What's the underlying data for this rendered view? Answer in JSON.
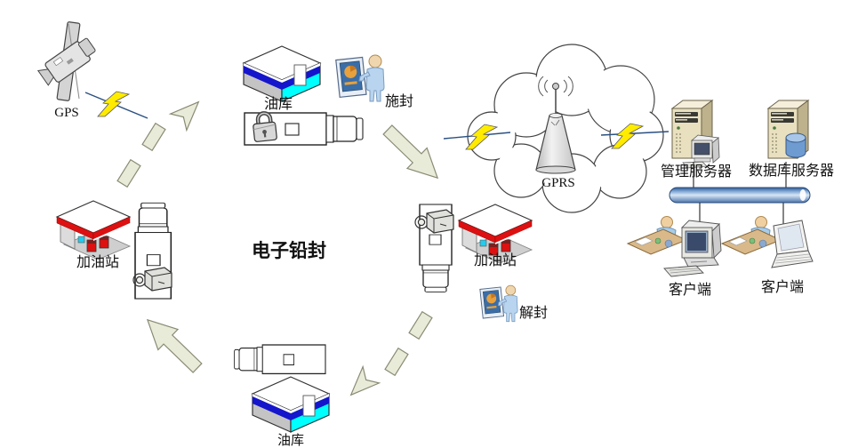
{
  "diagram": {
    "title": "电子铅封",
    "labels": {
      "gps": "GPS",
      "depot_top": "油库",
      "seal": "施封",
      "gprs": "GPRS",
      "mgmt_server": "管理服务器",
      "db_server": "数据库服务器",
      "client_desktop": "客户端",
      "client_laptop": "客户端",
      "station_left": "加油站",
      "station_mid": "加油站",
      "unseal": "解封",
      "depot_bottom": "油库"
    },
    "colors": {
      "depot_blue": "#1515cc",
      "depot_cyan": "#00ffff",
      "station_red": "#dd1111",
      "arrow_fill": "#e9ebd9",
      "bolt_yellow": "#ffe800",
      "bus_blue": "#5b87c5",
      "server_beige": "#e8e0bf",
      "person_blue": "#b8d4ee"
    }
  }
}
